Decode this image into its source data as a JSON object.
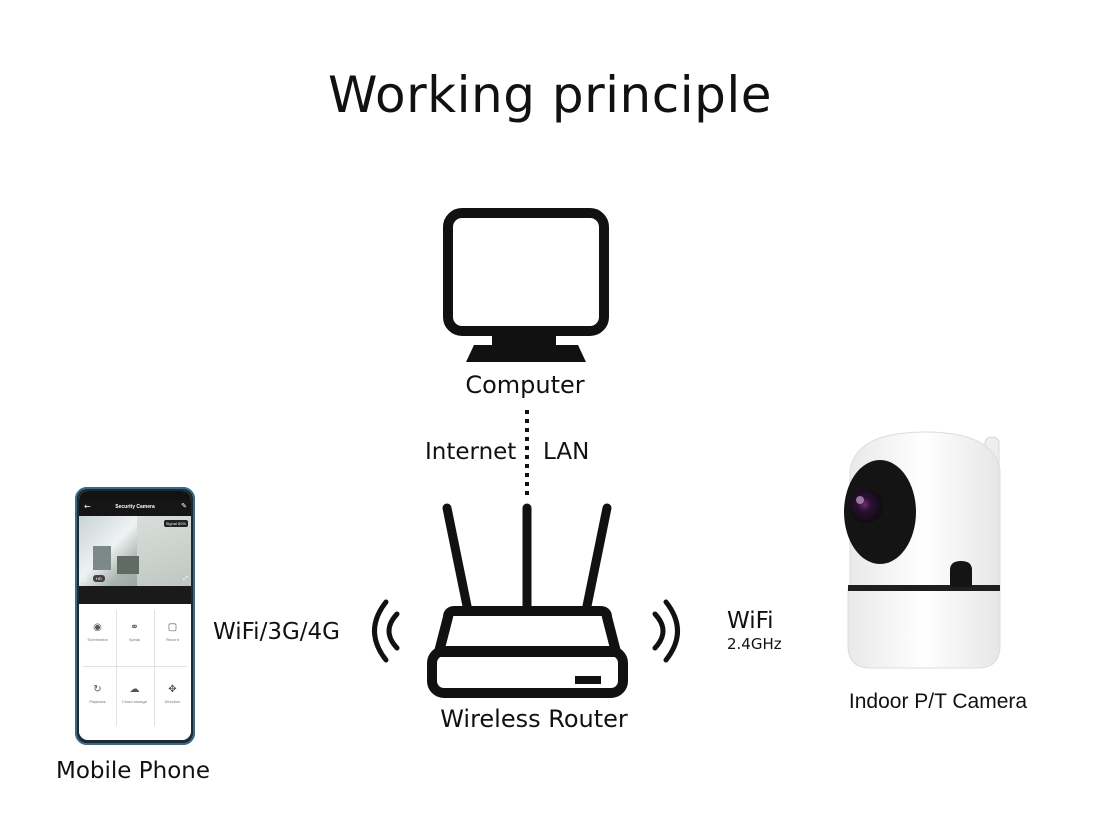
{
  "title": "Working principle",
  "labels": {
    "computer": "Computer",
    "internet": "Internet",
    "lan": "LAN",
    "router": "Wireless Router",
    "phone_link": "WiFi/3G/4G",
    "camera_link": "WiFi",
    "camera_band": "2.4GHz",
    "camera": "Indoor P/T Camera",
    "phone": "Mobile Phone"
  },
  "phone_app": {
    "header_title": "Security Camera",
    "signal": "Signal 80%",
    "quality": "HD",
    "actions": [
      {
        "label": "Screenshot",
        "icon": "camera-icon"
      },
      {
        "label": "Speak",
        "icon": "microphone-icon"
      },
      {
        "label": "Record",
        "icon": "video-icon"
      },
      {
        "label": "Playback",
        "icon": "playback-icon"
      },
      {
        "label": "Cloud storage",
        "icon": "cloud-icon"
      },
      {
        "label": "Direction",
        "icon": "direction-icon"
      }
    ]
  },
  "colors": {
    "stroke": "#111111",
    "camera_body": "#f4f4f4",
    "camera_lens": "#141414"
  }
}
